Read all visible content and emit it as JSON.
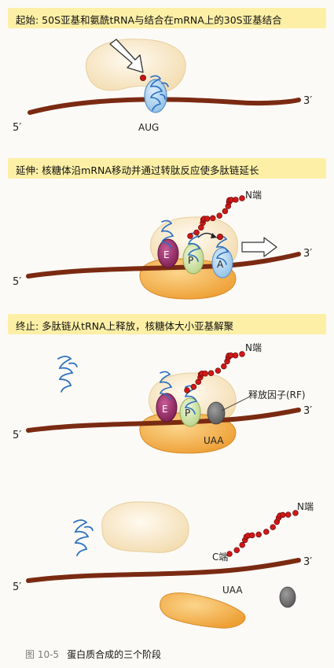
{
  "banners": {
    "initiation": "起始: 50S亚基和氨酰tRNA与结合在mRNA上的30S亚基结合",
    "elongation": "延伸: 核糖体沿mRNA移动并通过转肽反应使多肽链延长",
    "termination": "终止: 多肽链从tRNA上释放，核糖体大小亚基解聚"
  },
  "labels": {
    "five_prime": "5′",
    "three_prime": "3′",
    "start_codon": "AUG",
    "stop_codon": "UAA",
    "n_terminus": "N端",
    "c_terminus": "C端",
    "release_factor": "释放因子(RF)",
    "site_e": "E",
    "site_p": "P",
    "site_a": "A"
  },
  "caption": {
    "number": "图 10-5",
    "text": "蛋白质合成的三个阶段"
  },
  "colors": {
    "mrna": "#7b2a12",
    "large_subunit": "#f7e3bd",
    "small_subunit": "#f2b24e",
    "trna": "#2a6fc0",
    "e_site": "#9a2f6c",
    "p_site": "#cfe3a6",
    "a_site": "#a9d1ee",
    "peptide": "#d01818",
    "release_factor": "#777777",
    "banner": "#fdf0a6"
  }
}
